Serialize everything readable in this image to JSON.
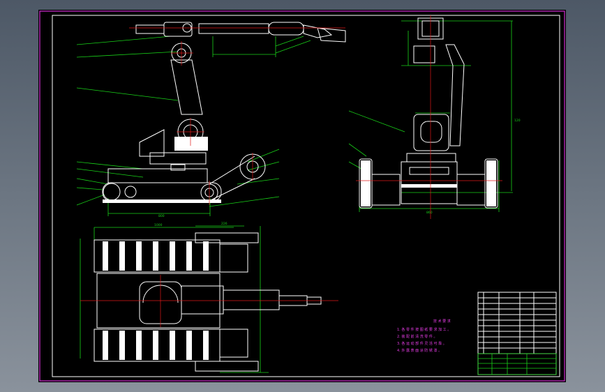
{
  "colors": {
    "background": "#000000",
    "frame": "#d22cd2",
    "outline": "#ffffff",
    "dimension": "#19d219",
    "centerline": "#e01818",
    "note": "#e63ce6"
  },
  "dimensions": {
    "front_bottom": "800",
    "top_overall": "1000",
    "top_right": "226",
    "side_height": "120",
    "side_bottom": "860"
  },
  "notes": {
    "title": "技 术 要 求",
    "lines": [
      "1. 各 零 件 按 图 纸 要 求 加 工 。",
      "2. 装 配 前 清 洗 零 件 。",
      "3. 各 运 动 部 件 灵 活 可 靠 。",
      "4. 外 露 表 面 涂 防 锈 漆 。"
    ]
  },
  "title_block": {
    "name": "",
    "drawing_no": ""
  }
}
